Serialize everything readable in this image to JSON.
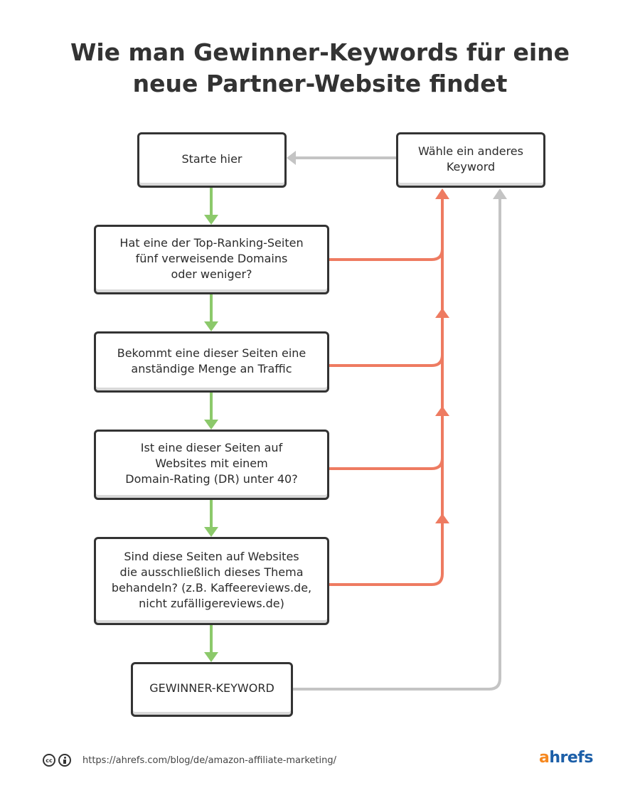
{
  "title": {
    "line1": "Wie man Gewinner-Keywords für eine",
    "line2": "neue Partner-Website findet"
  },
  "nodes": {
    "start": "Starte hier",
    "other_keyword": "Wähle ein anderes\nKeyword",
    "q1": "Hat eine der Top-Ranking-Seiten\nfünf verweisende Domains\noder weniger?",
    "q2": "Bekommt eine dieser Seiten eine\nanständige Menge an Traffic",
    "q3": "Ist eine dieser Seiten  auf\nWebsites mit einem\nDomain-Rating (DR) unter 40?",
    "q4": "Sind diese Seiten auf Websites\ndie ausschließlich dieses Thema\nbehandeln? (z.B. Kaffeereviews.de,\nnicht zufälligereviews.de)",
    "winner": "GEWINNER-KEYWORD"
  },
  "colors": {
    "yes_arrow": "#8cc96b",
    "no_arrow": "#ee7b61",
    "loop_arrow": "#c4c4c4",
    "box_border": "#333333"
  },
  "footer": {
    "license_icons": [
      "cc-icon",
      "by-icon"
    ],
    "url": "https://ahrefs.com/blog/de/amazon-affiliate-marketing/",
    "logo_a": "a",
    "logo_rest": "hrefs"
  }
}
